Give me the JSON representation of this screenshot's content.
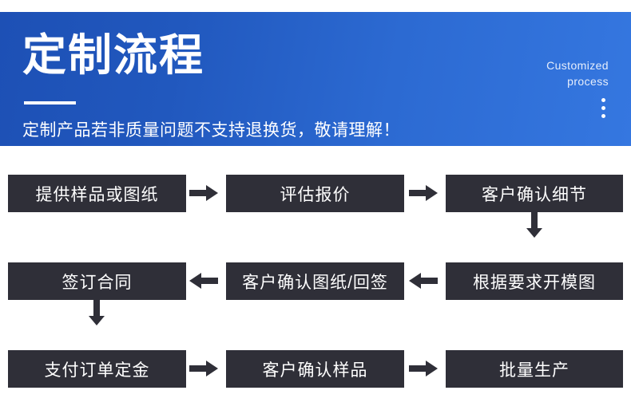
{
  "banner": {
    "title": "定制流程",
    "subtitle": "定制产品若非质量问题不支持退换货，敬请理解！",
    "english_line1": "Customized",
    "english_line2": "process",
    "gradient_from": "#1d50b5",
    "gradient_to": "#3577e0"
  },
  "flow": {
    "node_color": "#2f2f38",
    "node_text_color": "#ffffff",
    "rows": [
      {
        "nodes": [
          "提供样品或图纸",
          "评估报价",
          "客户确认细节"
        ],
        "h_arrows": [
          "arrow-right-icon",
          "arrow-right-icon"
        ],
        "v_arrow": "arrow-down-icon",
        "v_arrow_side": "right"
      },
      {
        "nodes": [
          "签订合同",
          "客户确认图纸/回签",
          "根据要求开模图"
        ],
        "h_arrows": [
          "arrow-left-icon",
          "arrow-left-icon"
        ],
        "v_arrow": "arrow-down-icon",
        "v_arrow_side": "left"
      },
      {
        "nodes": [
          "支付订单定金",
          "客户确认样品",
          "批量生产"
        ],
        "h_arrows": [
          "arrow-right-icon",
          "arrow-right-icon"
        ],
        "v_arrow": null,
        "v_arrow_side": null
      }
    ]
  }
}
